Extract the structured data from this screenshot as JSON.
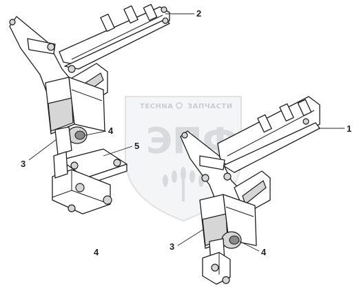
{
  "watermark": {
    "brand_left": "TECHNA",
    "brand_right": "ЗАПЧАСТИ",
    "big_text": "ЭПФ"
  },
  "callouts": [
    {
      "id": "c2",
      "label": "2"
    },
    {
      "id": "c1",
      "label": "1"
    },
    {
      "id": "c4a",
      "label": "4"
    },
    {
      "id": "c3a",
      "label": "3"
    },
    {
      "id": "c5",
      "label": "5"
    },
    {
      "id": "c4b",
      "label": "4"
    },
    {
      "id": "c3b",
      "label": "3"
    },
    {
      "id": "c4c",
      "label": "4"
    }
  ]
}
